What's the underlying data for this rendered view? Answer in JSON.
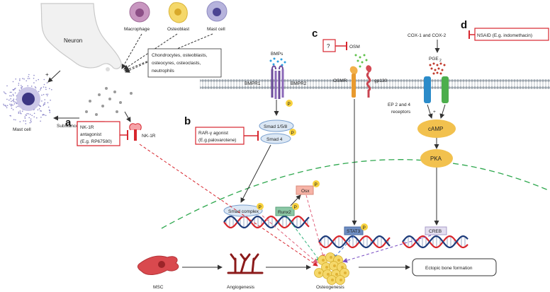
{
  "panels": {
    "a": "a",
    "b": "b",
    "c": "c",
    "d": "d"
  },
  "cells": {
    "macrophage": "Macrophage",
    "osteoblast": "Osteoblast",
    "mast_cell_top": "Mast cell",
    "neuron": "Neuron",
    "mast_cell_left": "Mast cell",
    "msc": "MSC"
  },
  "sources_box": [
    "Chondrocytes, osteoblasts,",
    "osteocyres, osteoclasts,",
    "neutrophils"
  ],
  "substance_p": "Substance P",
  "plus_sign": "+",
  "nk1r": "NK-1R",
  "nk1r_box": [
    "NK-1R",
    "antagonist",
    "(E.g. RP67580)"
  ],
  "panel_b": {
    "bmps": "BMPs",
    "bmpr1": "BMPR1",
    "bmpr2": "BMPR2",
    "smad158": "Smad 1/5/8",
    "smad4": "Smad 4",
    "rar_box": [
      "RAR-γ agonist",
      "(E.g.palovarotene)"
    ],
    "smad_complex": "Smad complex",
    "runx2": "Runx2",
    "osx": "Osx",
    "p": "P"
  },
  "panel_c": {
    "question": "?",
    "osm": "OSM",
    "osmr": "OSMR",
    "gp130": "gp130",
    "stat3": "STAT3"
  },
  "panel_d": {
    "cox": "COX-1 and COX-2",
    "nsaid": "NSAID (E.g. indomethacin)",
    "pge2": "PGE",
    "pge2_sub": "2",
    "ep_receptors": [
      "EP 2 and 4",
      "receptors"
    ],
    "camp": "cAMP",
    "pka": "PKA",
    "creb": "CREB"
  },
  "bottom": {
    "angiogenesis": "Angiogenesis",
    "osteogenesis": "Osteogenesis",
    "ectopic": "Ectopic bone formation"
  },
  "colors": {
    "red": "#d7262e",
    "membrane": "#b9bec4",
    "smad": "#dbe7f4",
    "runx2": "#8cc8a6",
    "osx": "#f6b3a6",
    "stat3": "#6f8fc4",
    "creb": "#e3def0",
    "camp": "#f2c14e",
    "pka": "#f2c14e",
    "p_badge": "#f7d13e",
    "dna_red": "#d9252b",
    "dna_blue": "#1d3b7a"
  }
}
